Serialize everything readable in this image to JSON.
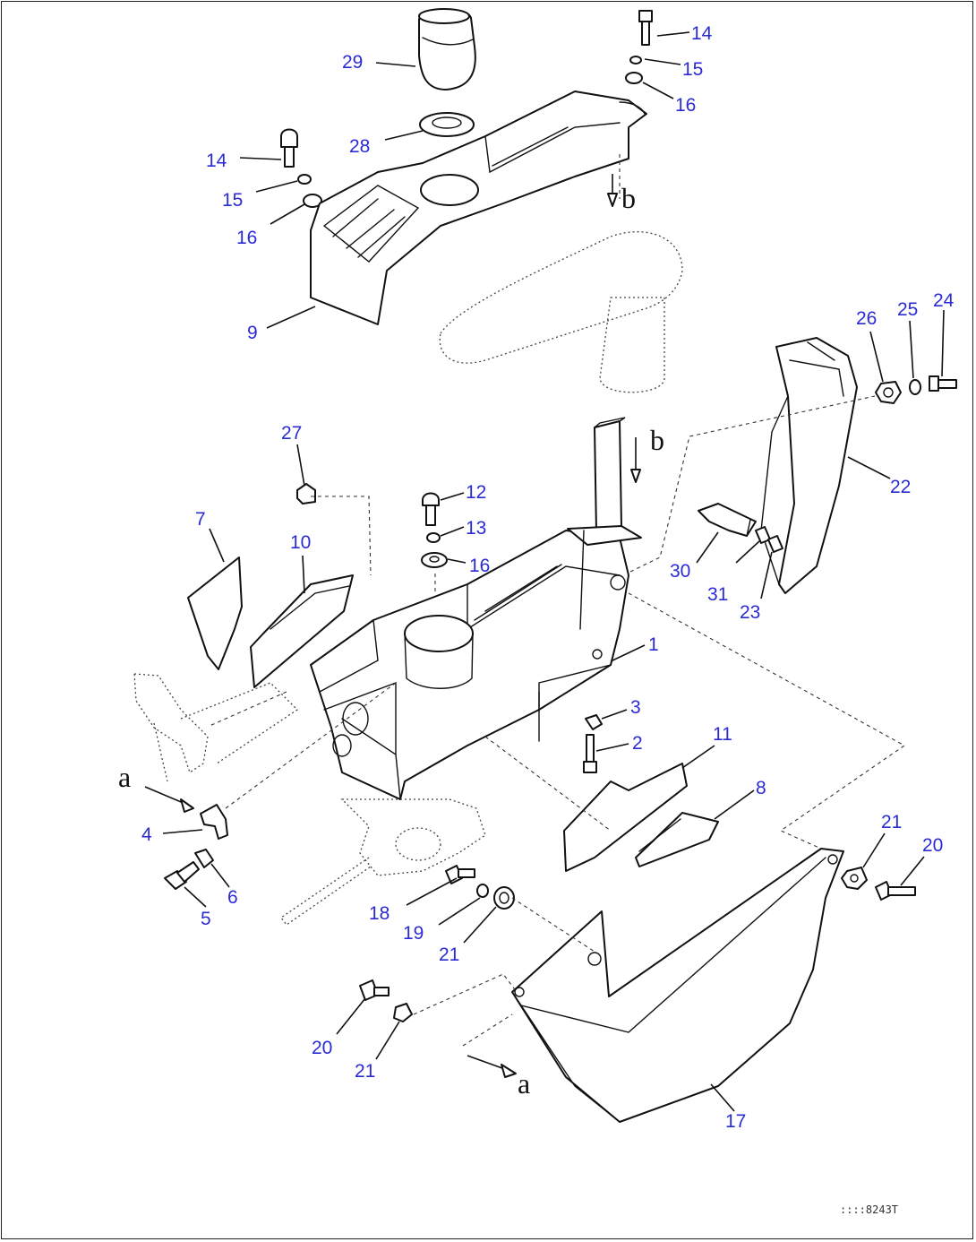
{
  "colors": {
    "label": "#2b2bd4",
    "line": "#111111",
    "background": "#ffffff"
  },
  "callouts": [
    {
      "text": "29"
    },
    {
      "text": "14"
    },
    {
      "text": "15"
    },
    {
      "text": "16"
    },
    {
      "text": "28"
    },
    {
      "text": "14"
    },
    {
      "text": "15"
    },
    {
      "text": "16"
    },
    {
      "text": "9"
    },
    {
      "text": "26"
    },
    {
      "text": "25"
    },
    {
      "text": "24"
    },
    {
      "text": "22"
    },
    {
      "text": "27"
    },
    {
      "text": "12"
    },
    {
      "text": "13"
    },
    {
      "text": "16"
    },
    {
      "text": "7"
    },
    {
      "text": "10"
    },
    {
      "text": "30"
    },
    {
      "text": "31"
    },
    {
      "text": "23"
    },
    {
      "text": "1"
    },
    {
      "text": "3"
    },
    {
      "text": "2"
    },
    {
      "text": "11"
    },
    {
      "text": "8"
    },
    {
      "text": "4"
    },
    {
      "text": "6"
    },
    {
      "text": "5"
    },
    {
      "text": "18"
    },
    {
      "text": "19"
    },
    {
      "text": "21"
    },
    {
      "text": "21"
    },
    {
      "text": "20"
    },
    {
      "text": "20"
    },
    {
      "text": "21"
    },
    {
      "text": "17"
    }
  ],
  "view_markers": [
    {
      "text": "b"
    },
    {
      "text": "b"
    },
    {
      "text": "a"
    },
    {
      "text": "a"
    }
  ],
  "drawing_code": "::::8243T"
}
